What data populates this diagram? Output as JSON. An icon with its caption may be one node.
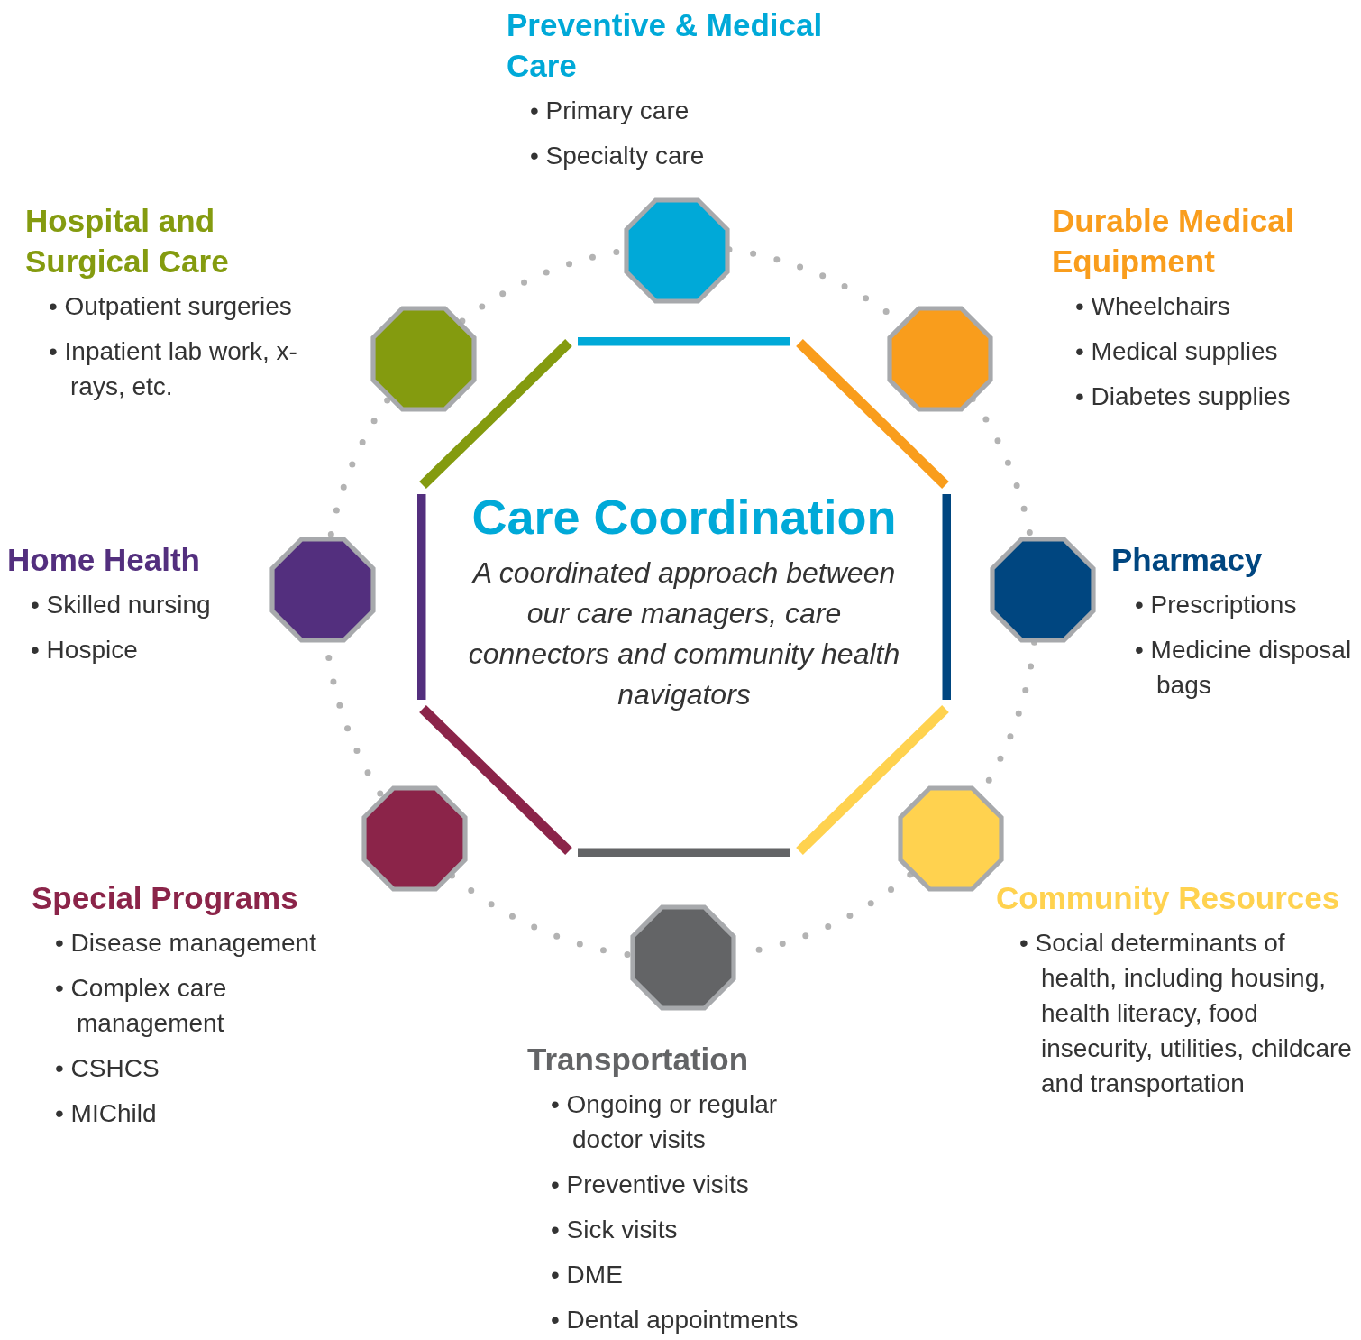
{
  "diagram": {
    "nodes": [
      {
        "text": [
          "Care Coordination",
          "A coordinated approach between our care managers, care connectors and community health navigators"
        ]
      },
      {
        "text": [],
        "shape": "octagon",
        "beside": [
          "Preventive & Medical Care",
          "• Primary care",
          "• Specialty care"
        ]
      },
      {
        "text": [],
        "shape": "octagon",
        "beside": [
          "Durable Medical Equipment",
          "• Wheelchairs",
          "• Medical supplies",
          "• Diabetes supplies"
        ]
      },
      {
        "text": [],
        "shape": "octagon",
        "beside": [
          "Pharmacy",
          "• Prescriptions",
          "• Medicine disposal bags"
        ]
      },
      {
        "text": [],
        "shape": "octagon",
        "beside": [
          "Community Resources",
          "• Social determinants of health, including housing, health literacy, food insecurity, utilities, childcare and transportation"
        ]
      },
      {
        "text": [],
        "shape": "octagon",
        "beside": [
          "Transportation",
          "• Ongoing or regular doctor visits",
          "• Preventive visits",
          "• Sick visits",
          "• DME",
          "• Dental appointments"
        ]
      },
      {
        "text": [],
        "shape": "octagon",
        "beside": [
          "Special Programs",
          "• Disease management",
          "• Complex care management",
          "• CSHCS",
          "• MIChild"
        ]
      },
      {
        "text": [],
        "shape": "octagon",
        "beside": [
          "Home Health",
          "• Skilled nursing",
          "• Hospice"
        ]
      },
      {
        "text": [],
        "shape": "octagon",
        "beside": [
          "Hospital and Surgical Care",
          "• Outpatient surgeries",
          "• Inpatient lab work, x-rays, etc."
        ]
      }
    ],
    "edges": [
      {
        "from": 1,
        "to": 2,
        "arrow": "none",
        "style": "dashed"
      },
      {
        "from": 2,
        "to": 3,
        "arrow": "none",
        "style": "dashed"
      },
      {
        "from": 3,
        "to": 4,
        "arrow": "none",
        "style": "dashed"
      },
      {
        "from": 4,
        "to": 5,
        "arrow": "none",
        "style": "dashed"
      },
      {
        "from": 5,
        "to": 6,
        "arrow": "none",
        "style": "dashed"
      },
      {
        "from": 6,
        "to": 7,
        "arrow": "none",
        "style": "dashed"
      },
      {
        "from": 7,
        "to": 8,
        "arrow": "none",
        "style": "dashed"
      },
      {
        "from": 8,
        "to": 1,
        "arrow": "none",
        "style": "dashed"
      }
    ]
  }
}
